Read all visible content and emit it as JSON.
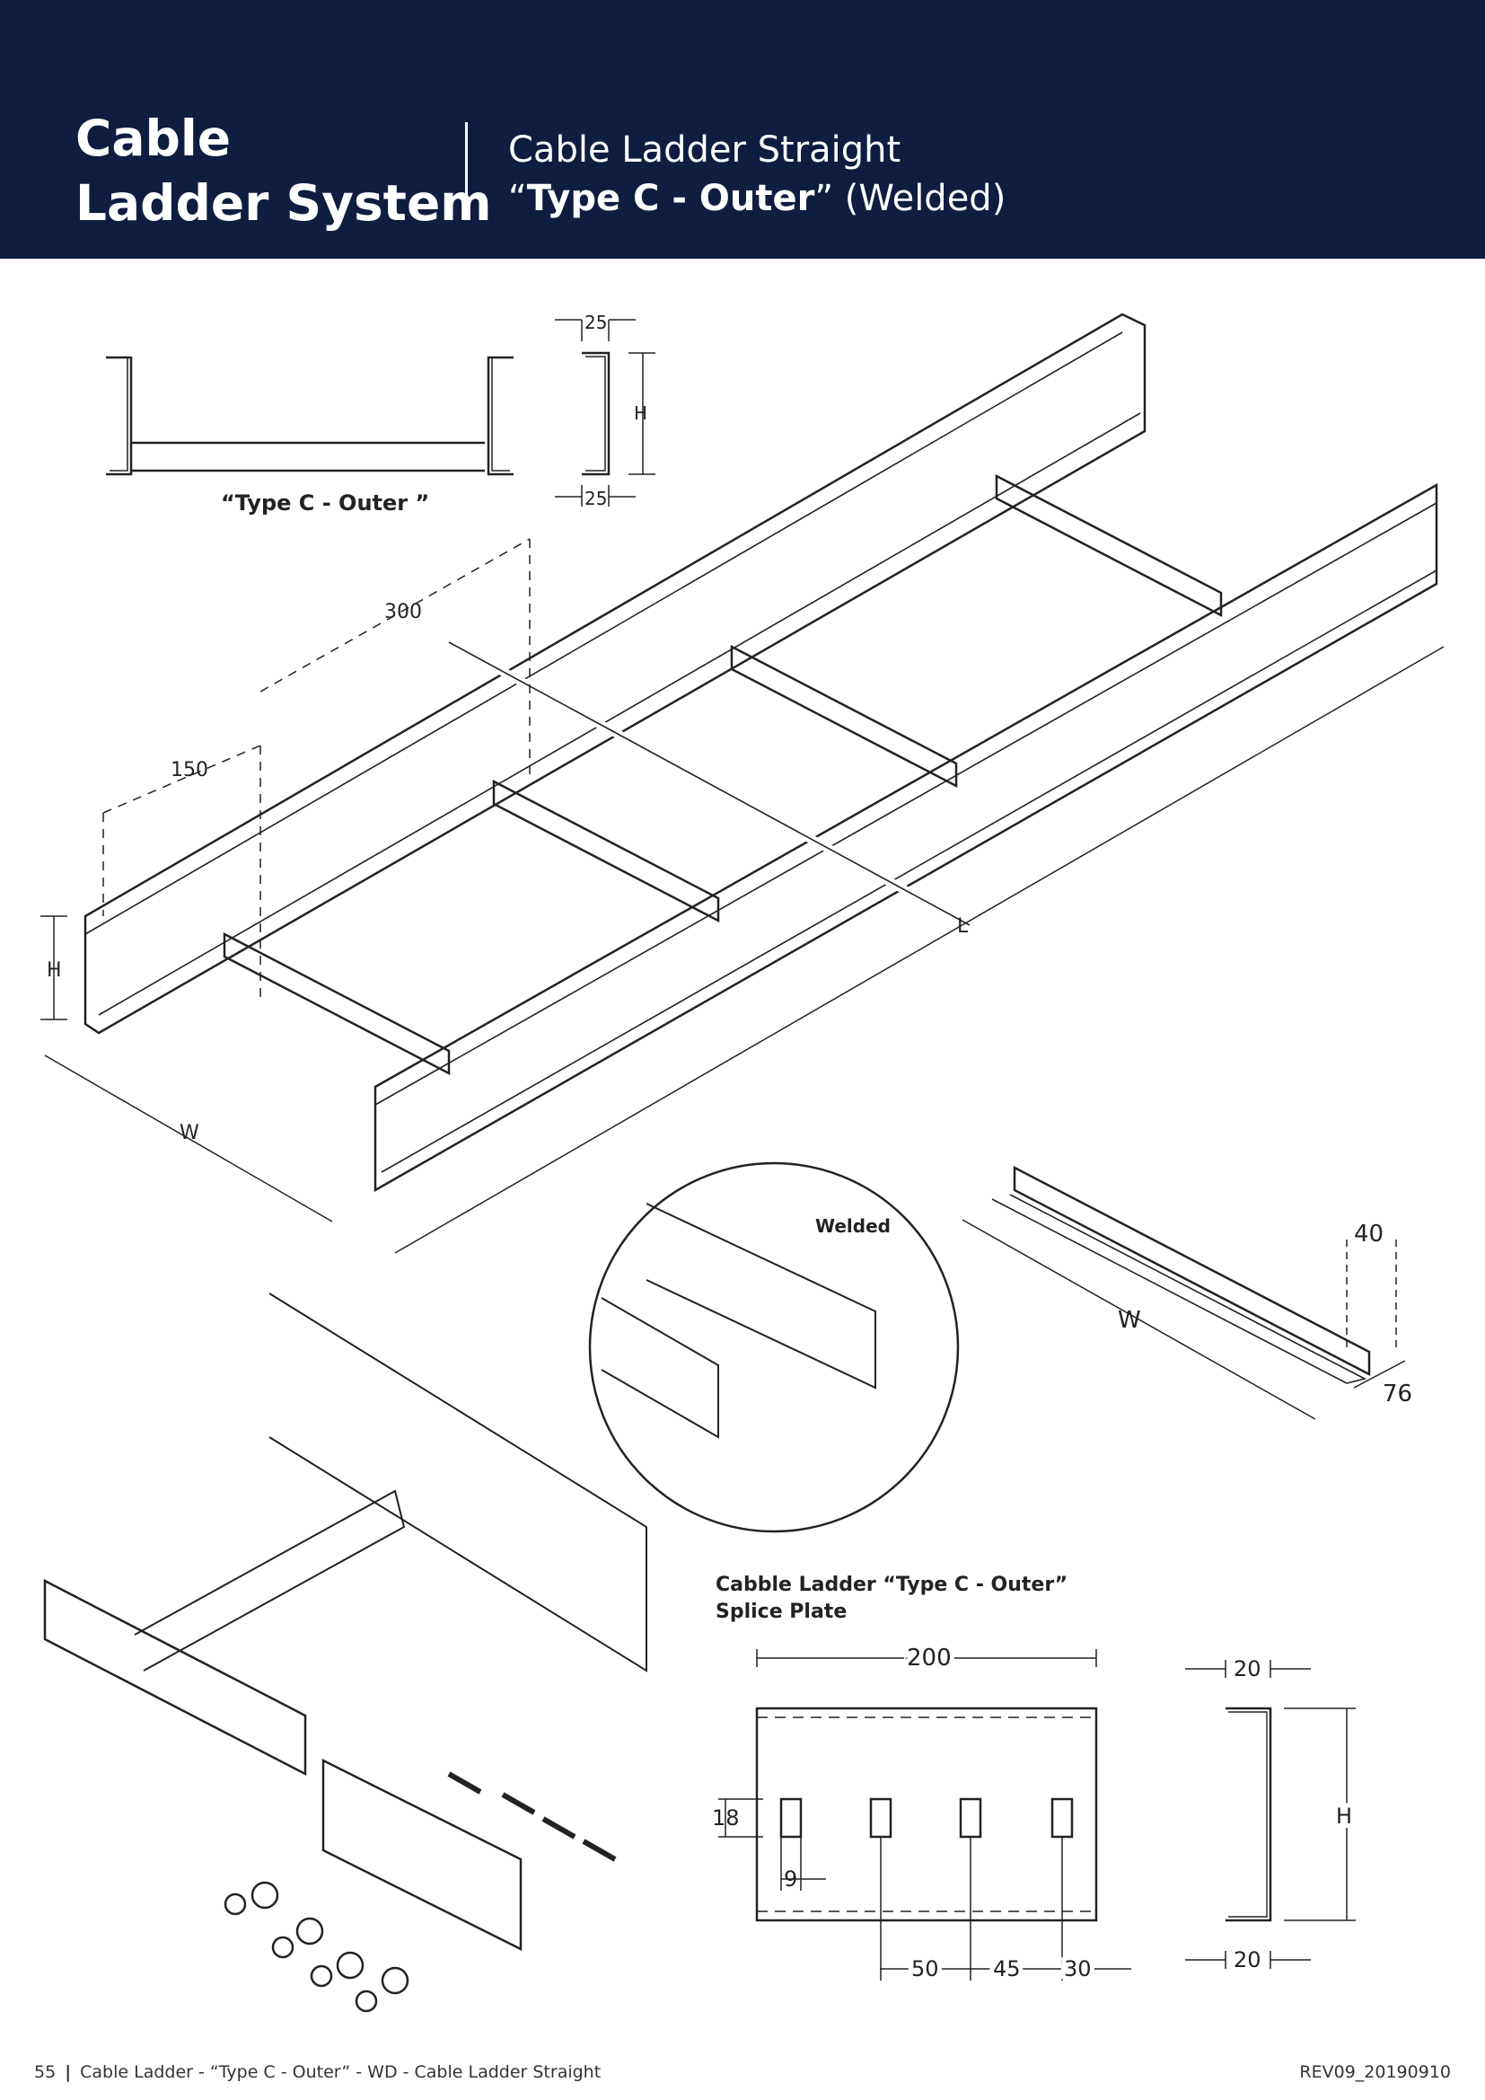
{
  "header": {
    "title_line1": "Cable",
    "title_line2": "Ladder System",
    "subtitle_line1": "Cable Ladder Straight",
    "subtitle_quote_open": "“",
    "subtitle_type": "Type C - Outer",
    "subtitle_quote_close": "”",
    "subtitle_suffix": "(Welded)"
  },
  "profile": {
    "caption": "“Type C - Outer ”",
    "dim_top": "25",
    "dim_bottom": "25",
    "dim_h": "H"
  },
  "main_drawing": {
    "dim_300": "300",
    "dim_150": "150",
    "dim_h": "H",
    "dim_w": "W",
    "dim_l": "L"
  },
  "detail": {
    "label": "Welded"
  },
  "rung": {
    "dim_40": "40",
    "dim_76": "76",
    "dim_w": "W"
  },
  "splice": {
    "title_line1": "Cabble Ladder “Type C - Outer”",
    "title_line2": "Splice Plate",
    "dim_200": "200",
    "dim_18": "18",
    "dim_9": "9",
    "dim_50": "50",
    "dim_45": "45",
    "dim_30": "30",
    "dim_20_top": "20",
    "dim_20_bottom": "20",
    "dim_h": "H"
  },
  "footer": {
    "page": "55",
    "separator": "|",
    "text": "Cable Ladder - “Type C - Outer” - WD - Cable Ladder Straight",
    "revision": "REV09_20190910"
  }
}
